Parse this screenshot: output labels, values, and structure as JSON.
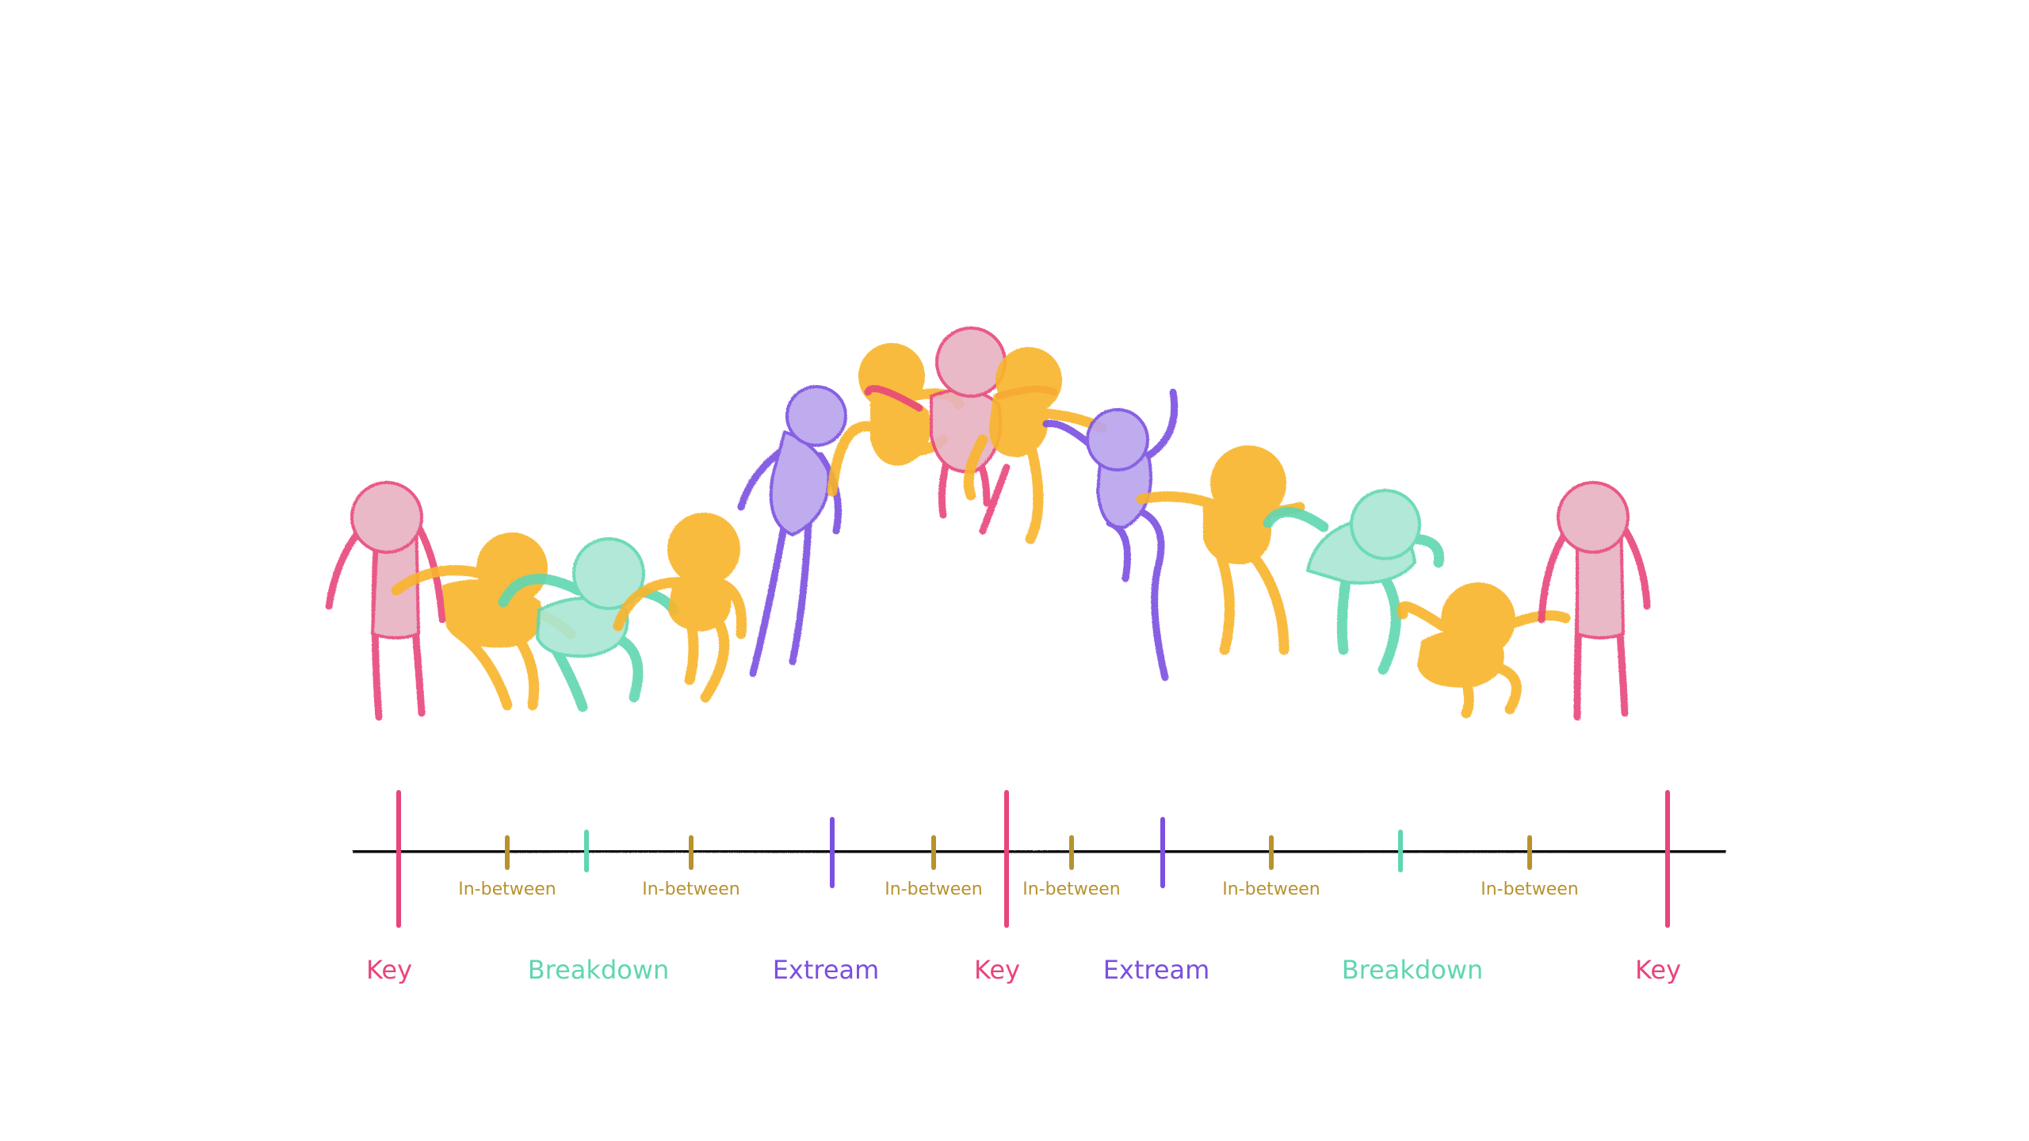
{
  "colors": {
    "key": "#e8457a",
    "key_fill": "#e7b2c1",
    "inbetween": "#f8b42b",
    "inbetween_tick": "#b8922d",
    "breakdown": "#5fd6b1",
    "breakdown_fill": "#a9e6d4",
    "extreme": "#7b4fe0",
    "extreme_fill": "#b9a3ee",
    "axis": "#111111"
  },
  "labels": {
    "key": "Key",
    "breakdown": "Breakdown",
    "extreme": "Extream",
    "inbetween": "In-between"
  },
  "timeline": [
    {
      "type": "key",
      "label": "Key"
    },
    {
      "type": "inbetween",
      "label": "In-between"
    },
    {
      "type": "breakdown",
      "label": "Breakdown"
    },
    {
      "type": "inbetween",
      "label": "In-between"
    },
    {
      "type": "extreme",
      "label": "Extream"
    },
    {
      "type": "inbetween",
      "label": "In-between"
    },
    {
      "type": "key",
      "label": "Key"
    },
    {
      "type": "inbetween",
      "label": "In-between"
    },
    {
      "type": "extreme",
      "label": "Extream"
    },
    {
      "type": "inbetween",
      "label": "In-between"
    },
    {
      "type": "breakdown",
      "label": "Breakdown"
    },
    {
      "type": "inbetween",
      "label": "In-between"
    },
    {
      "type": "key",
      "label": "Key"
    }
  ]
}
